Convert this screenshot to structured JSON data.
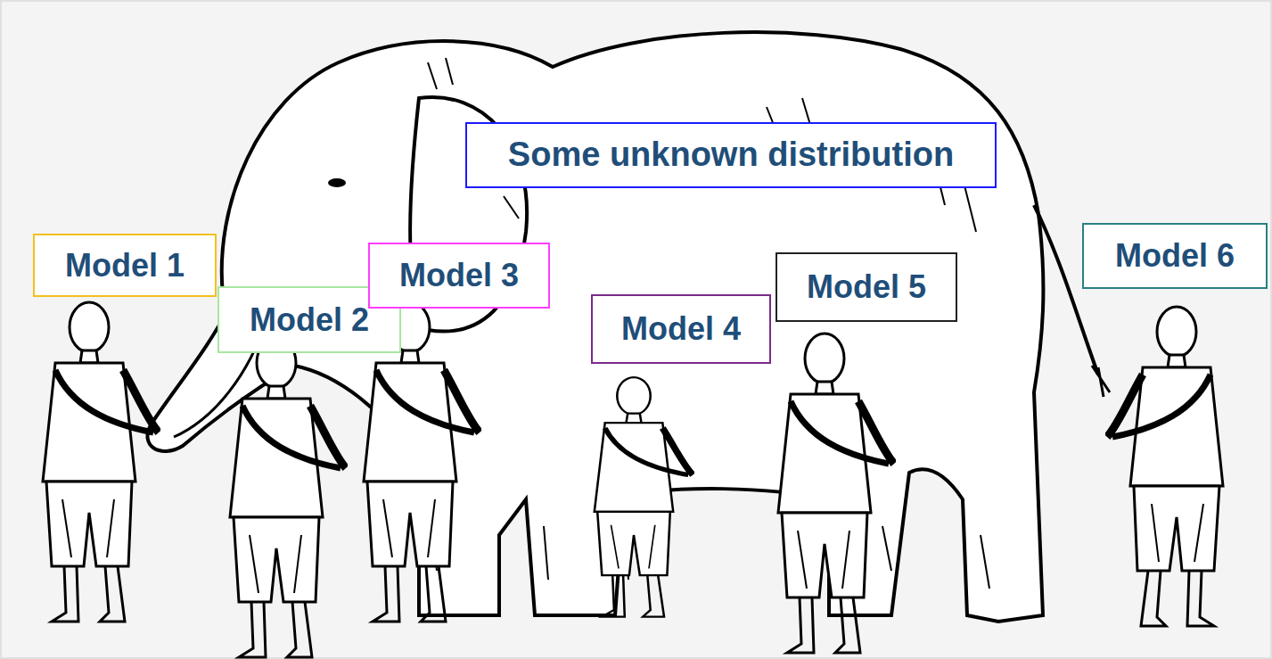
{
  "diagram": {
    "nodes": [
      {
        "text": [
          "Some unknown distribution"
        ]
      },
      {
        "text": [
          "Model 1"
        ]
      },
      {
        "text": [
          "Model 2"
        ]
      },
      {
        "text": [
          "Model 3"
        ]
      },
      {
        "text": [
          "Model 4"
        ]
      },
      {
        "text": [
          "Model 5"
        ]
      },
      {
        "text": [
          "Model 6"
        ]
      }
    ]
  }
}
